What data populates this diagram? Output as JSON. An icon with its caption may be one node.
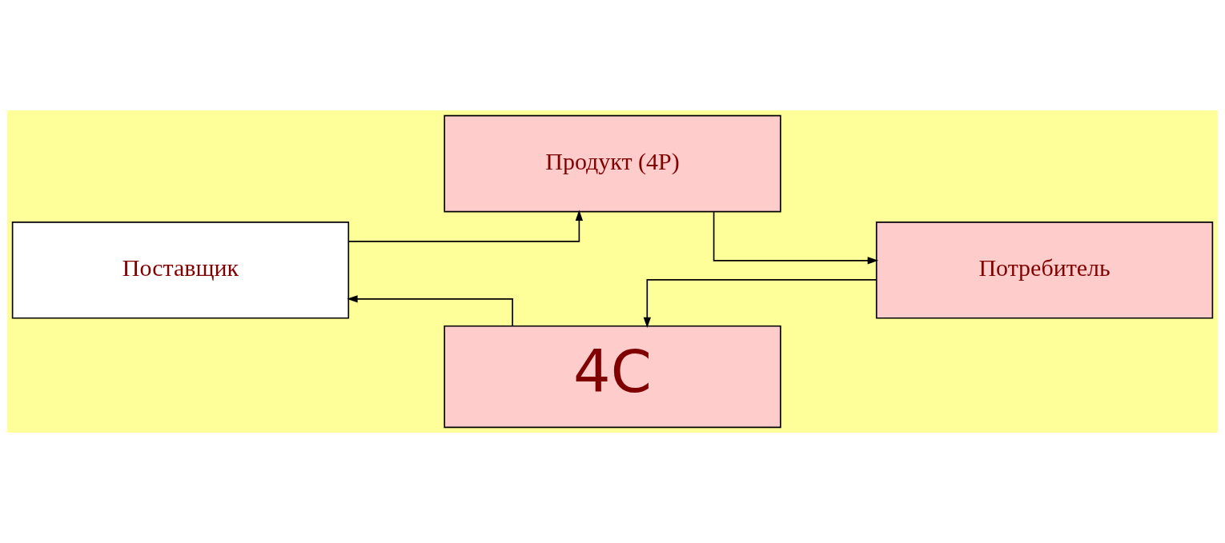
{
  "diagram": {
    "nodes": [
      {
        "text": [
          "Поставщик"
        ]
      },
      {
        "text": [
          "Продукт (4P)"
        ]
      },
      {
        "text": [
          "Потребитель"
        ]
      },
      {
        "text": [
          "4C"
        ]
      }
    ],
    "edges": [
      {
        "from": 0,
        "to": 1,
        "arrow": "to"
      },
      {
        "from": 1,
        "to": 2,
        "arrow": "to"
      },
      {
        "from": 2,
        "to": 3,
        "arrow": "to"
      },
      {
        "from": 3,
        "to": 0,
        "arrow": "to"
      }
    ]
  }
}
